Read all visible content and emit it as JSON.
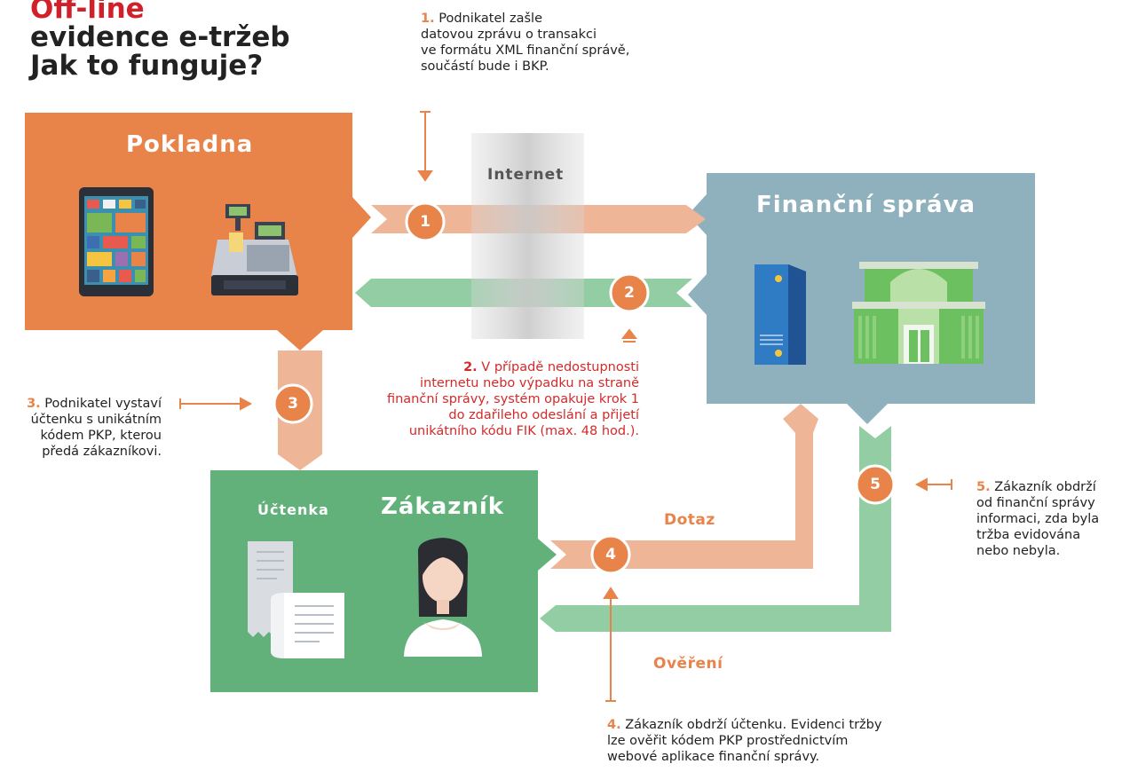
{
  "title": {
    "line1": "Off-line",
    "line2": "evidence e-tržeb",
    "line3": "Jak to funguje?"
  },
  "boxes": {
    "pokladna": "Pokladna",
    "financni_sprava": "Finanční správa",
    "zakaznik": "Zákazník",
    "uctenka": "Účtenka"
  },
  "internet_label": "Internet",
  "flows": {
    "dotaz": "Dotaz",
    "overeni": "Ověření"
  },
  "steps": [
    "1",
    "2",
    "3",
    "4",
    "5"
  ],
  "notes": {
    "n1": {
      "num": "1.",
      "lines": [
        "Podnikatel zašle",
        "datovou zprávu o transakci",
        "ve formátu XML finanční správě,",
        "součástí bude i BKP."
      ]
    },
    "n2": {
      "num": "2.",
      "lines": [
        "V případě nedostupnosti",
        "internetu nebo výpadku na straně",
        "finanční správy, systém opakuje krok 1",
        "do zdařileho odeslání a přijetí",
        "unikátního kódu FIK (max. 48 hod.)."
      ]
    },
    "n3": {
      "num": "3.",
      "lines": [
        "Podnikatel vystaví",
        "účtenku s unikátním",
        "kódem PKP, kterou",
        "předá zákazníkovi."
      ]
    },
    "n4": {
      "num": "4.",
      "lines": [
        "Zákazník obdrží účtenku. Evidenci tržby",
        "lze ověřit kódem PKP prostřednictvím",
        "webové aplikace finanční správy."
      ]
    },
    "n5": {
      "num": "5.",
      "lines": [
        "Zákazník obdrží",
        "od finanční správy",
        "informaci, zda byla",
        "tržba evidována",
        "nebo nebyla."
      ]
    }
  },
  "colors": {
    "orange": "#e8834a",
    "orange_light": "#efb597",
    "green": "#62b07a",
    "green_light": "#93cda3",
    "blue": "#8fb0bd",
    "red": "#d0212a"
  }
}
